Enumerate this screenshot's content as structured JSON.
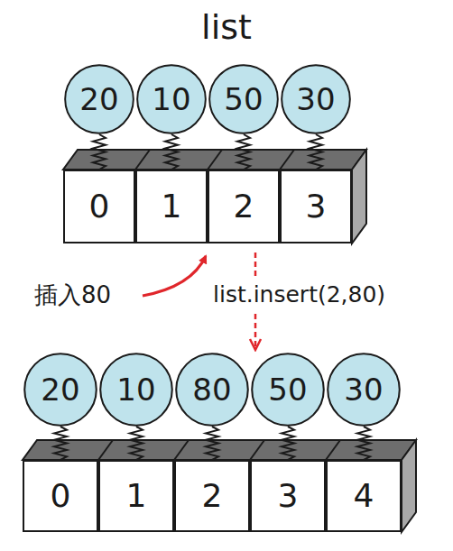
{
  "diagram": {
    "title": "list",
    "nodes": [
      {
        "text": [
          "20"
        ]
      },
      {
        "text": [
          "10"
        ]
      },
      {
        "text": [
          "50"
        ]
      },
      {
        "text": [
          "30"
        ]
      },
      {
        "text": [
          "0"
        ]
      },
      {
        "text": [
          "1"
        ]
      },
      {
        "text": [
          "2"
        ]
      },
      {
        "text": [
          "3"
        ]
      },
      {
        "text": [
          "20"
        ]
      },
      {
        "text": [
          "10"
        ]
      },
      {
        "text": [
          "80"
        ]
      },
      {
        "text": [
          "50"
        ]
      },
      {
        "text": [
          "30"
        ]
      },
      {
        "text": [
          "0"
        ]
      },
      {
        "text": [
          "1"
        ]
      },
      {
        "text": [
          "2"
        ]
      },
      {
        "text": [
          "3"
        ]
      },
      {
        "text": [
          "4"
        ]
      }
    ],
    "edges": [
      {
        "from": 0,
        "to": 4,
        "arrow": "none"
      },
      {
        "from": 1,
        "to": 5,
        "arrow": "none"
      },
      {
        "from": 2,
        "to": 6,
        "arrow": "none"
      },
      {
        "from": 3,
        "to": 7,
        "arrow": "none"
      },
      {
        "from": 8,
        "to": 13,
        "arrow": "none"
      },
      {
        "from": 9,
        "to": 14,
        "arrow": "none"
      },
      {
        "from": 10,
        "to": 15,
        "arrow": "none"
      },
      {
        "from": 11,
        "to": 16,
        "arrow": "none"
      },
      {
        "from": 12,
        "to": 17,
        "arrow": "none"
      }
    ],
    "labels": [
      "插入80",
      "list.insert(2,80)"
    ]
  }
}
